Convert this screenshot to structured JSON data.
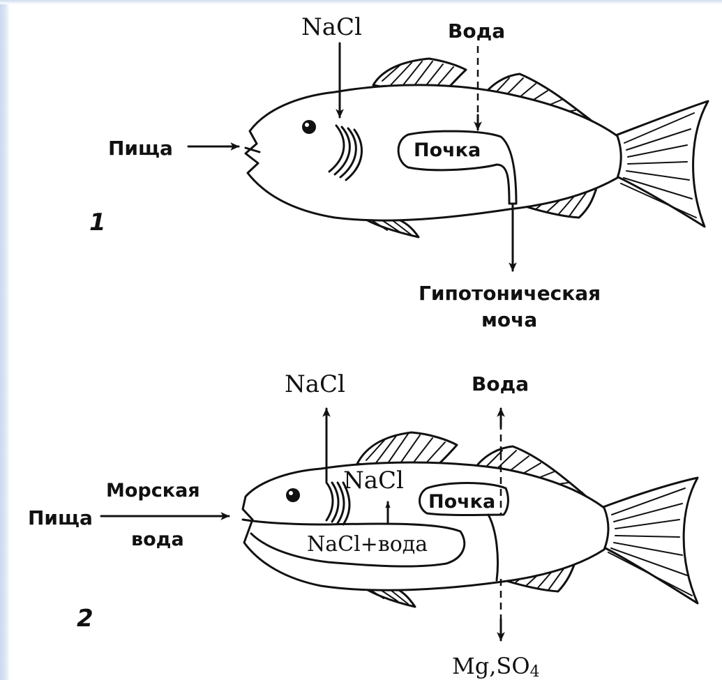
{
  "fish1": {
    "number": "1",
    "food": "Пища",
    "salt": "NaCl",
    "water": "Вода",
    "kidney": "Почка",
    "urine_line1": "Гипотоническая",
    "urine_line2": "моча"
  },
  "fish2": {
    "number": "2",
    "food": "Пища",
    "seawater_line1": "Морская",
    "seawater_line2": "вода",
    "salt_out": "NaCl",
    "water_out": "Вода",
    "salt_inner": "NaCl",
    "kidney": "Почка",
    "gut": "NaCl+вода",
    "excretion_main": "Mg,SO",
    "excretion_sub": "4"
  }
}
